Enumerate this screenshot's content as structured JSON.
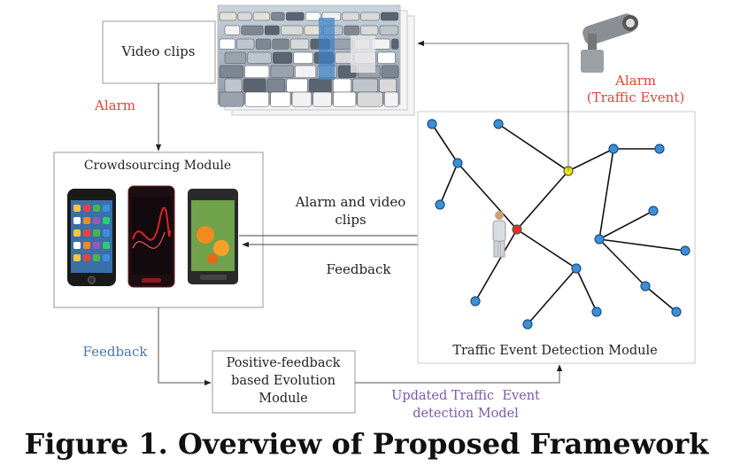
{
  "boxes": {
    "video_clips": "Video clips",
    "crowdsourcing": "Crowdsourcing Module",
    "evolution": [
      "Positive-feedback",
      "based Evolution",
      "Module"
    ],
    "detection": "Traffic Event Detection Module"
  },
  "labels": {
    "alarm_left": "Alarm",
    "alarm_right": [
      "Alarm",
      "(Traffic Event)"
    ],
    "alarm_and_video": [
      "Alarm and video",
      "clips"
    ],
    "feedback_middle": "Feedback",
    "feedback_left": "Feedback",
    "updated_model": [
      "Updated Traffic  Event",
      "detection Model"
    ]
  },
  "caption": "Figure 1. Overview of Proposed Framework",
  "colors": {
    "alarm_red": "#e0443c",
    "feedback_blue": "#4a77a8",
    "model_purple": "#7a5aa8",
    "node_blue": "#3c8fd6",
    "node_red": "#e8301f",
    "node_yellow": "#f2e600"
  },
  "icons": [
    "traffic-jam-photo",
    "cctv-camera-icon",
    "iphone-icon",
    "red-smartphone-icon",
    "android-phone-icon",
    "person-icon"
  ]
}
